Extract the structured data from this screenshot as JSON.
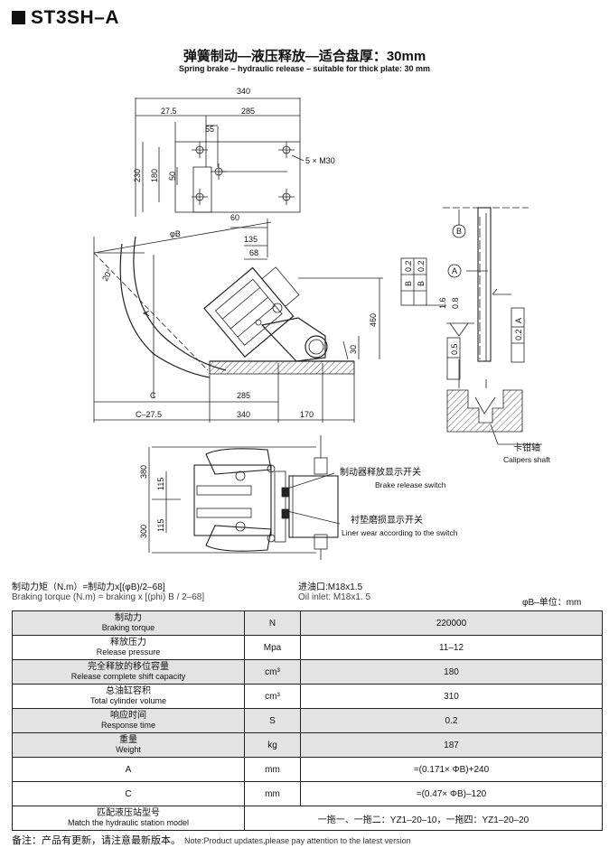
{
  "header": {
    "model": "ST3SH–A",
    "title_cn": "弹簧制动—液压释放—适合盘厚：30mm",
    "title_en": "Spring brake – hydraulic release – suitable for thick plate: 30 mm"
  },
  "drawing": {
    "dims": {
      "d340": "340",
      "d27_5": "27.5",
      "d285": "285",
      "d55": "55",
      "d230": "230",
      "d180": "180",
      "d50": "50",
      "m30": "5 × M30",
      "d60": "60",
      "phiB": "φB",
      "d135": "135",
      "d68": "68",
      "d20": "20°",
      "A": "A",
      "d460": "460",
      "d30": "30",
      "C": "C",
      "d285b": "285",
      "c27_5": "C–27.5",
      "d340b": "340",
      "d170": "170",
      "d380": "380",
      "d115a": "115",
      "d300": "300",
      "d115b": "115"
    },
    "gdt": {
      "B": "B",
      "A": "A",
      "t02": "0.2",
      "t02b": "0.2",
      "t02c": "0.2",
      "r16": "1.6",
      "r08": "0.8",
      "t05": "0.5"
    },
    "callouts": {
      "brake_switch_cn": "制动器释放显示开关",
      "brake_switch_en": "Brake release switch",
      "liner_cn": "衬垫磨损显示开关",
      "liner_en": "Liner wear according to the switch",
      "shaft_cn": "卡钳轴",
      "shaft_en": "Calipers shaft"
    }
  },
  "notes": {
    "torque_cn": "制动力矩（N.m）=制动力x[(φB)/2–68]",
    "torque_en": "Braking torque (N.m) = braking x [(phi) B / 2–68]",
    "oil_cn": "进油口:M18x1.5",
    "oil_en": "Oil inlet: M18x1. 5",
    "unit": "φB–单位：mm"
  },
  "table": [
    {
      "cn": "制动力",
      "en": "Braking torque",
      "unit": "N",
      "value": "220000"
    },
    {
      "cn": "释放压力",
      "en": "Release pressure",
      "unit": "Mpa",
      "value": "11–12"
    },
    {
      "cn": "完全释放的移位容量",
      "en": "Release complete shift capacity",
      "unit": "cm³",
      "value": "180"
    },
    {
      "cn": "总油缸容积",
      "en": "Total cylinder volume",
      "unit": "cm³",
      "value": "310"
    },
    {
      "cn": "响应时间",
      "en": "Response time",
      "unit": "S",
      "value": "0.2"
    },
    {
      "cn": "重量",
      "en": "Weight",
      "unit": "kg",
      "value": "187"
    },
    {
      "cn": "A",
      "en": "",
      "unit": "mm",
      "value": "=(0.171× ΦB)+240"
    },
    {
      "cn": "C",
      "en": "",
      "unit": "mm",
      "value": "=(0.47× ΦB)–120"
    },
    {
      "cn": "匹配液压站型号",
      "en": "Match the hydraulic station model",
      "unit": "",
      "value": "一拖一、一拖二：YZ1–20–10，一拖四：YZ1–20–20"
    }
  ],
  "footer": {
    "cn": "备注：产品有更新，请注意最新版本。",
    "en": "Note:Product updates,please pay attention to the latest version"
  }
}
